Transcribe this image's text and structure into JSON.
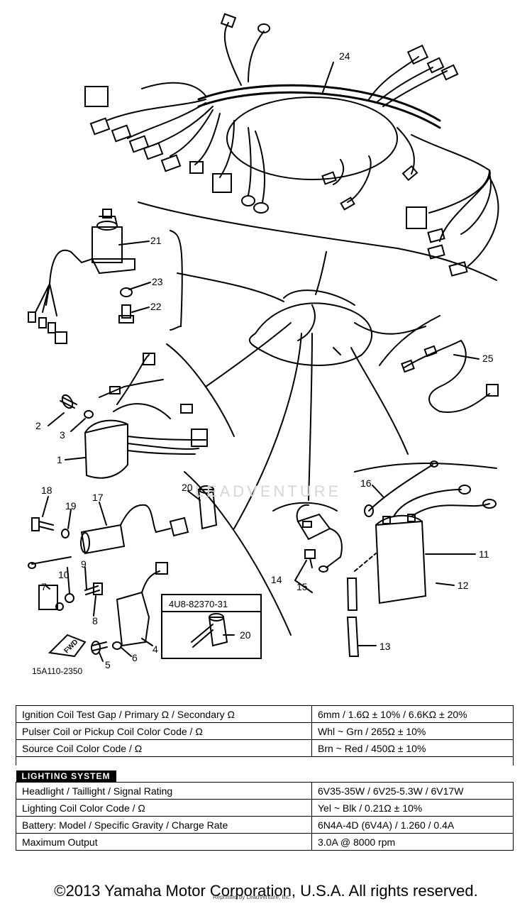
{
  "diagram": {
    "part_callouts": [
      "24",
      "21",
      "23",
      "22",
      "25",
      "2",
      "3",
      "1",
      "16",
      "18",
      "19",
      "17",
      "20",
      "11",
      "12",
      "14",
      "15",
      "9",
      "10",
      "7",
      "8",
      "6",
      "4",
      "5",
      "13",
      "20"
    ],
    "box_label": "4U8-82370-31",
    "fwd_label": "FWD",
    "drawing_code": "15A110-2350",
    "watermark": "LEADVENTURE"
  },
  "specs": {
    "ignition_rows": [
      {
        "label": "Ignition Coil Test Gap / Primary Ω / Secondary Ω",
        "value": "6mm / 1.6Ω ± 10% / 6.6KΩ ± 20%"
      },
      {
        "label": "Pulser Coil or Pickup Coil Color Code / Ω",
        "value": "Whl ~ Grn / 265Ω ± 10%"
      },
      {
        "label": "Source Coil Color Code / Ω",
        "value": "Brn ~ Red / 450Ω ± 10%"
      }
    ],
    "lighting_title": "LIGHTING SYSTEM",
    "lighting_rows": [
      {
        "label": "Headlight / Taillight / Signal Rating",
        "value": "6V35-35W / 6V25-5.3W / 6V17W"
      },
      {
        "label": "Lighting Coil Color Code / Ω",
        "value": "Yel ~ Blk / 0.21Ω ± 10%"
      }
    ],
    "battery_rows": [
      {
        "label": "Battery: Model / Specific Gravity / Charge Rate",
        "value": "6N4A-4D (6V4A) / 1.260 / 0.4A"
      },
      {
        "label": "Maximum Output",
        "value": "3.0A @ 8000 rpm"
      }
    ]
  },
  "footer": {
    "copyright": "©2013 Yamaha Motor Corporation, U.S.A. All rights reserved.",
    "reprint_note": "Reprinted by LeadVenture, Inc."
  }
}
